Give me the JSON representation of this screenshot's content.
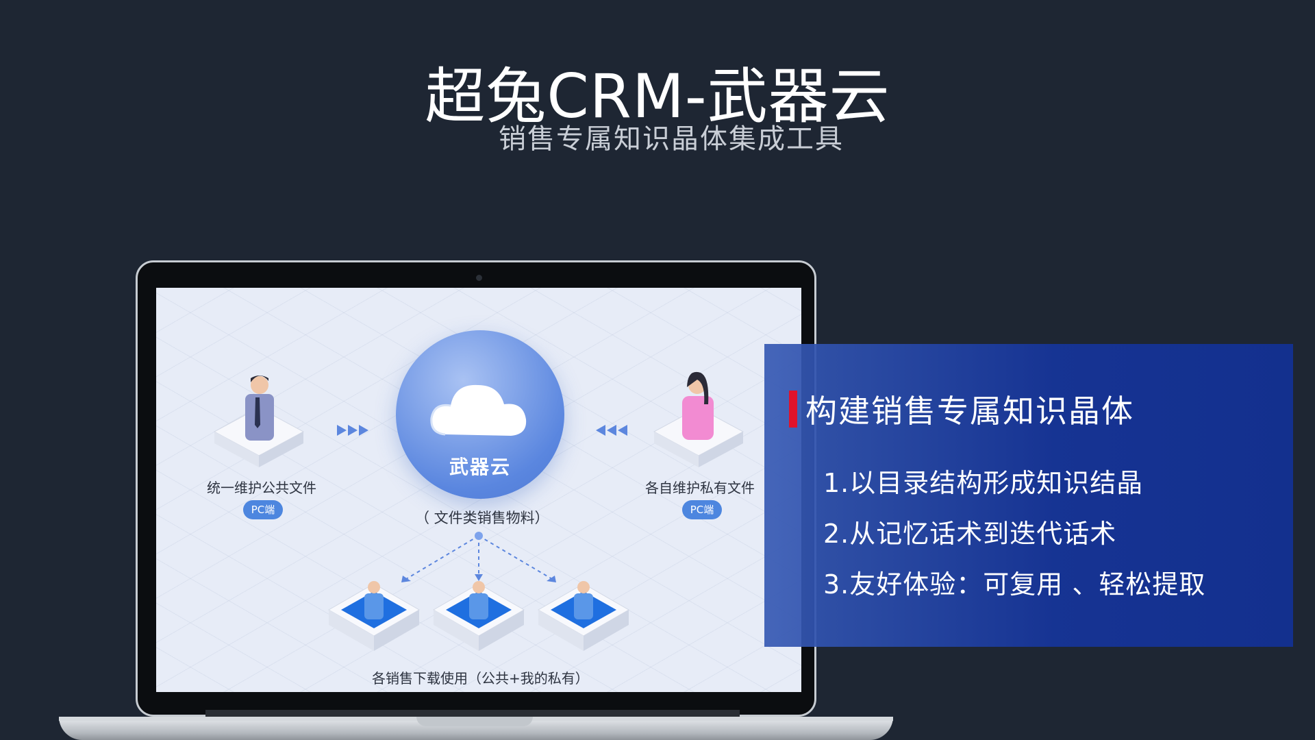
{
  "header": {
    "title": "超兔CRM-武器云",
    "subtitle": "销售专属知识晶体集成工具"
  },
  "diagram": {
    "left_label": "统一维护公共文件",
    "left_badge": "PC端",
    "right_label": "各自维护私有文件",
    "right_badge": "PC端",
    "center_title": "武器云",
    "center_caption": "（ 文件类销售物料）",
    "bottom_label": "各销售下载使用（公共+我的私有）"
  },
  "panel": {
    "heading": "构建销售专属知识晶体",
    "items": [
      "1.以目录结构形成知识结晶",
      "2.从记忆话术到迭代话术",
      "3.友好体验：可复用 、轻松提取"
    ]
  },
  "colors": {
    "background": "#1e2633",
    "accent_red": "#e0132b",
    "panel_blue": "#13308e",
    "cloud_blue": "#5a86df"
  }
}
